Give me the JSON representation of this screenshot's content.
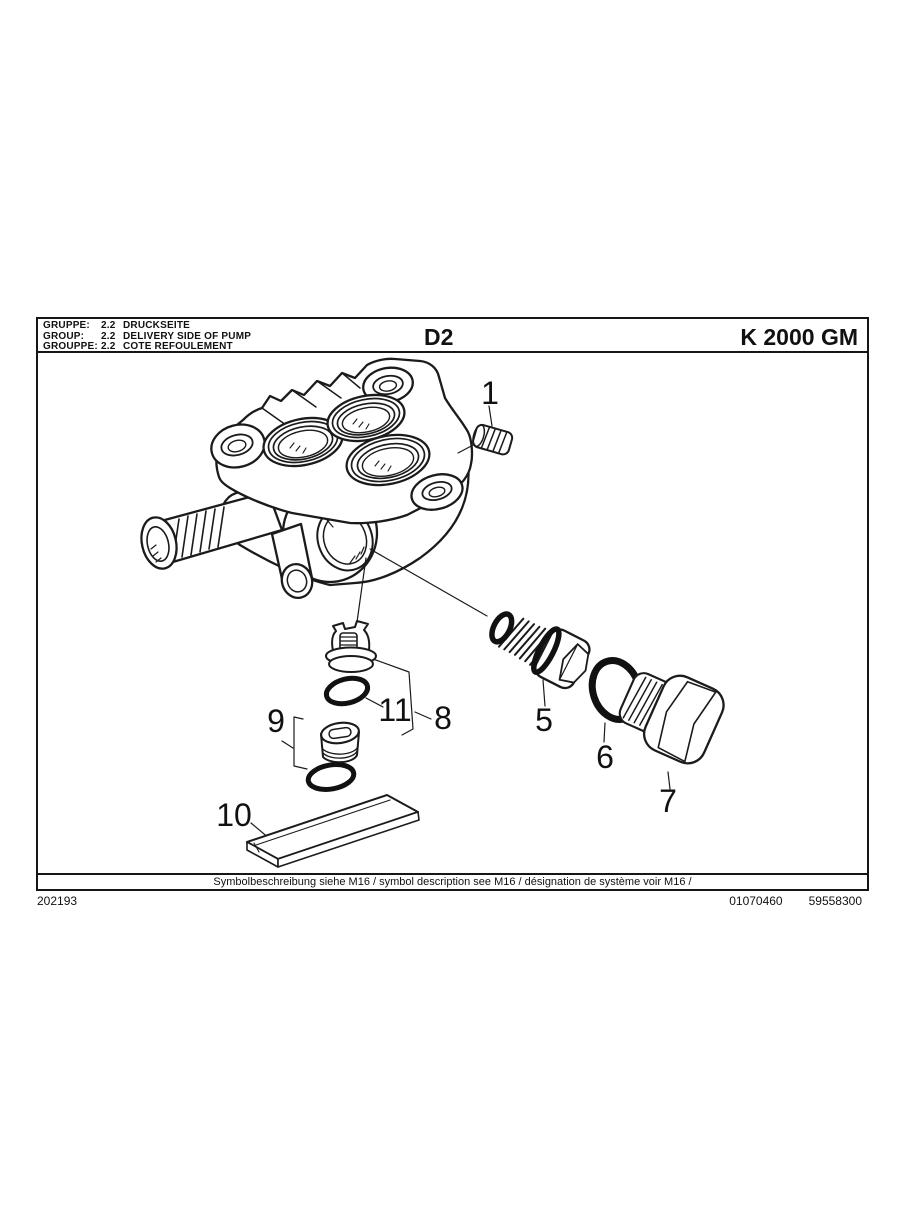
{
  "header": {
    "rows": [
      {
        "label": "GRUPPE:",
        "code": "2.2",
        "name": "DRUCKSEITE"
      },
      {
        "label": "GROUP:",
        "code": "2.2",
        "name": "DELIVERY SIDE OF PUMP"
      },
      {
        "label": "GROUPPE:",
        "code": "2.2",
        "name": "COTE REFOULEMENT"
      }
    ],
    "sheet_code": "D2",
    "model": "K 2000 GM"
  },
  "diagram": {
    "parts": [
      {
        "number": "1"
      },
      {
        "number": "5"
      },
      {
        "number": "6"
      },
      {
        "number": "7"
      },
      {
        "number": "8"
      },
      {
        "number": "9"
      },
      {
        "number": "10"
      },
      {
        "number": "11"
      }
    ]
  },
  "footer": {
    "symbol_note": "Symbolbeschreibung siehe M16 / symbol description see M16 / désignation de système voir M16 /",
    "ref_left": "202193",
    "ref_right_1": "01070460",
    "ref_right_2": "59558300"
  },
  "colors": {
    "line": "#1b1b1b",
    "background": "#ffffff"
  }
}
